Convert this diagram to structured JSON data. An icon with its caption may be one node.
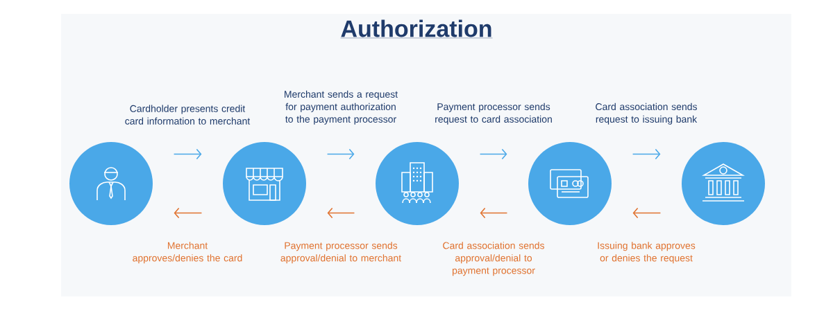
{
  "diagram": {
    "title": "Authorization",
    "nodes": [
      {
        "text": [],
        "shape": "circle"
      },
      {
        "text": [],
        "shape": "circle"
      },
      {
        "text": [],
        "shape": "circle"
      },
      {
        "text": [],
        "shape": "circle"
      },
      {
        "text": [],
        "shape": "circle"
      }
    ],
    "edges": [
      {
        "from": 0,
        "to": 1,
        "arrow": "to",
        "label": "Cardholder presents credit card information to merchant",
        "color": "#4aa8e8"
      },
      {
        "from": 1,
        "to": 2,
        "arrow": "to",
        "label": "Merchant sends a request for payment authorization to the payment processor",
        "color": "#4aa8e8"
      },
      {
        "from": 2,
        "to": 3,
        "arrow": "to",
        "label": "Payment processor sends request to card association",
        "color": "#4aa8e8"
      },
      {
        "from": 3,
        "to": 4,
        "arrow": "to",
        "label": "Card association sends request to issuing bank",
        "color": "#4aa8e8"
      },
      {
        "from": 1,
        "to": 0,
        "arrow": "to",
        "label": "Merchant approves/denies the card",
        "color": "#e0722f"
      },
      {
        "from": 2,
        "to": 1,
        "arrow": "to",
        "label": "Payment processor sends approval/denial to merchant",
        "color": "#e0722f"
      },
      {
        "from": 3,
        "to": 2,
        "arrow": "to",
        "label": "Card association sends approval/denial to payment processor",
        "color": "#e0722f"
      },
      {
        "from": 4,
        "to": 3,
        "arrow": "to",
        "label": "Issuing bank approves or denies the request",
        "color": "#e0722f"
      }
    ]
  }
}
